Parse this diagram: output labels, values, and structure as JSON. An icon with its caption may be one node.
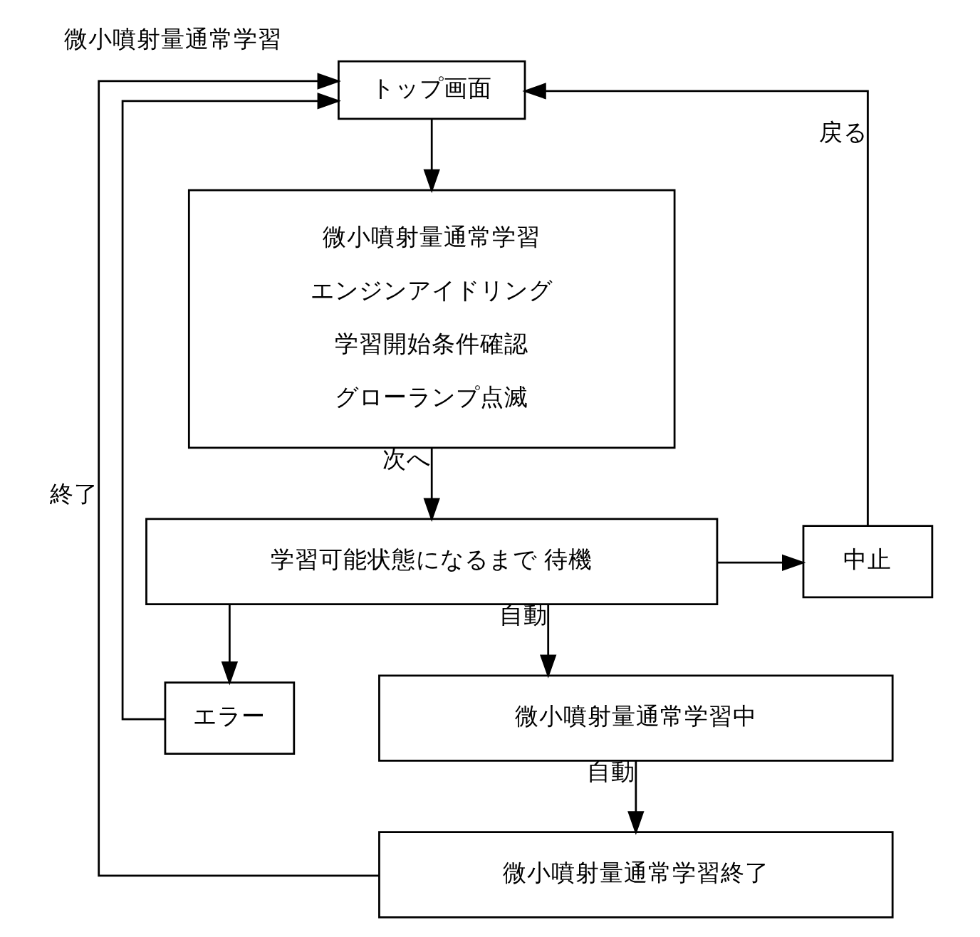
{
  "diagram": {
    "title": "微小噴射量通常学習",
    "nodes": [
      {
        "text": [
          "トップ画面"
        ]
      },
      {
        "text": [
          "微小噴射量通常学習",
          "エンジンアイドリング",
          "学習開始条件確認",
          "グローランプ点滅"
        ]
      },
      {
        "text": [
          "学習可能状態になるまで 待機"
        ]
      },
      {
        "text": [
          "中止"
        ]
      },
      {
        "text": [
          "エラー"
        ]
      },
      {
        "text": [
          "微小噴射量通常学習中"
        ]
      },
      {
        "text": [
          "微小噴射量通常学習終了"
        ]
      }
    ],
    "edges": [
      {
        "from": 0,
        "to": 1,
        "arrow": "to"
      },
      {
        "from": 1,
        "to": 2,
        "arrow": "to",
        "label": "次へ"
      },
      {
        "from": 2,
        "to": 3,
        "arrow": "to"
      },
      {
        "from": 2,
        "to": 4,
        "arrow": "to"
      },
      {
        "from": 2,
        "to": 5,
        "arrow": "to",
        "label": "自動"
      },
      {
        "from": 3,
        "to": 0,
        "arrow": "to",
        "label": "戻る"
      },
      {
        "from": 4,
        "to": 0,
        "arrow": "to"
      },
      {
        "from": 5,
        "to": 6,
        "arrow": "to",
        "label": "自動"
      },
      {
        "from": 6,
        "to": 0,
        "arrow": "to",
        "label": "終了"
      }
    ]
  }
}
